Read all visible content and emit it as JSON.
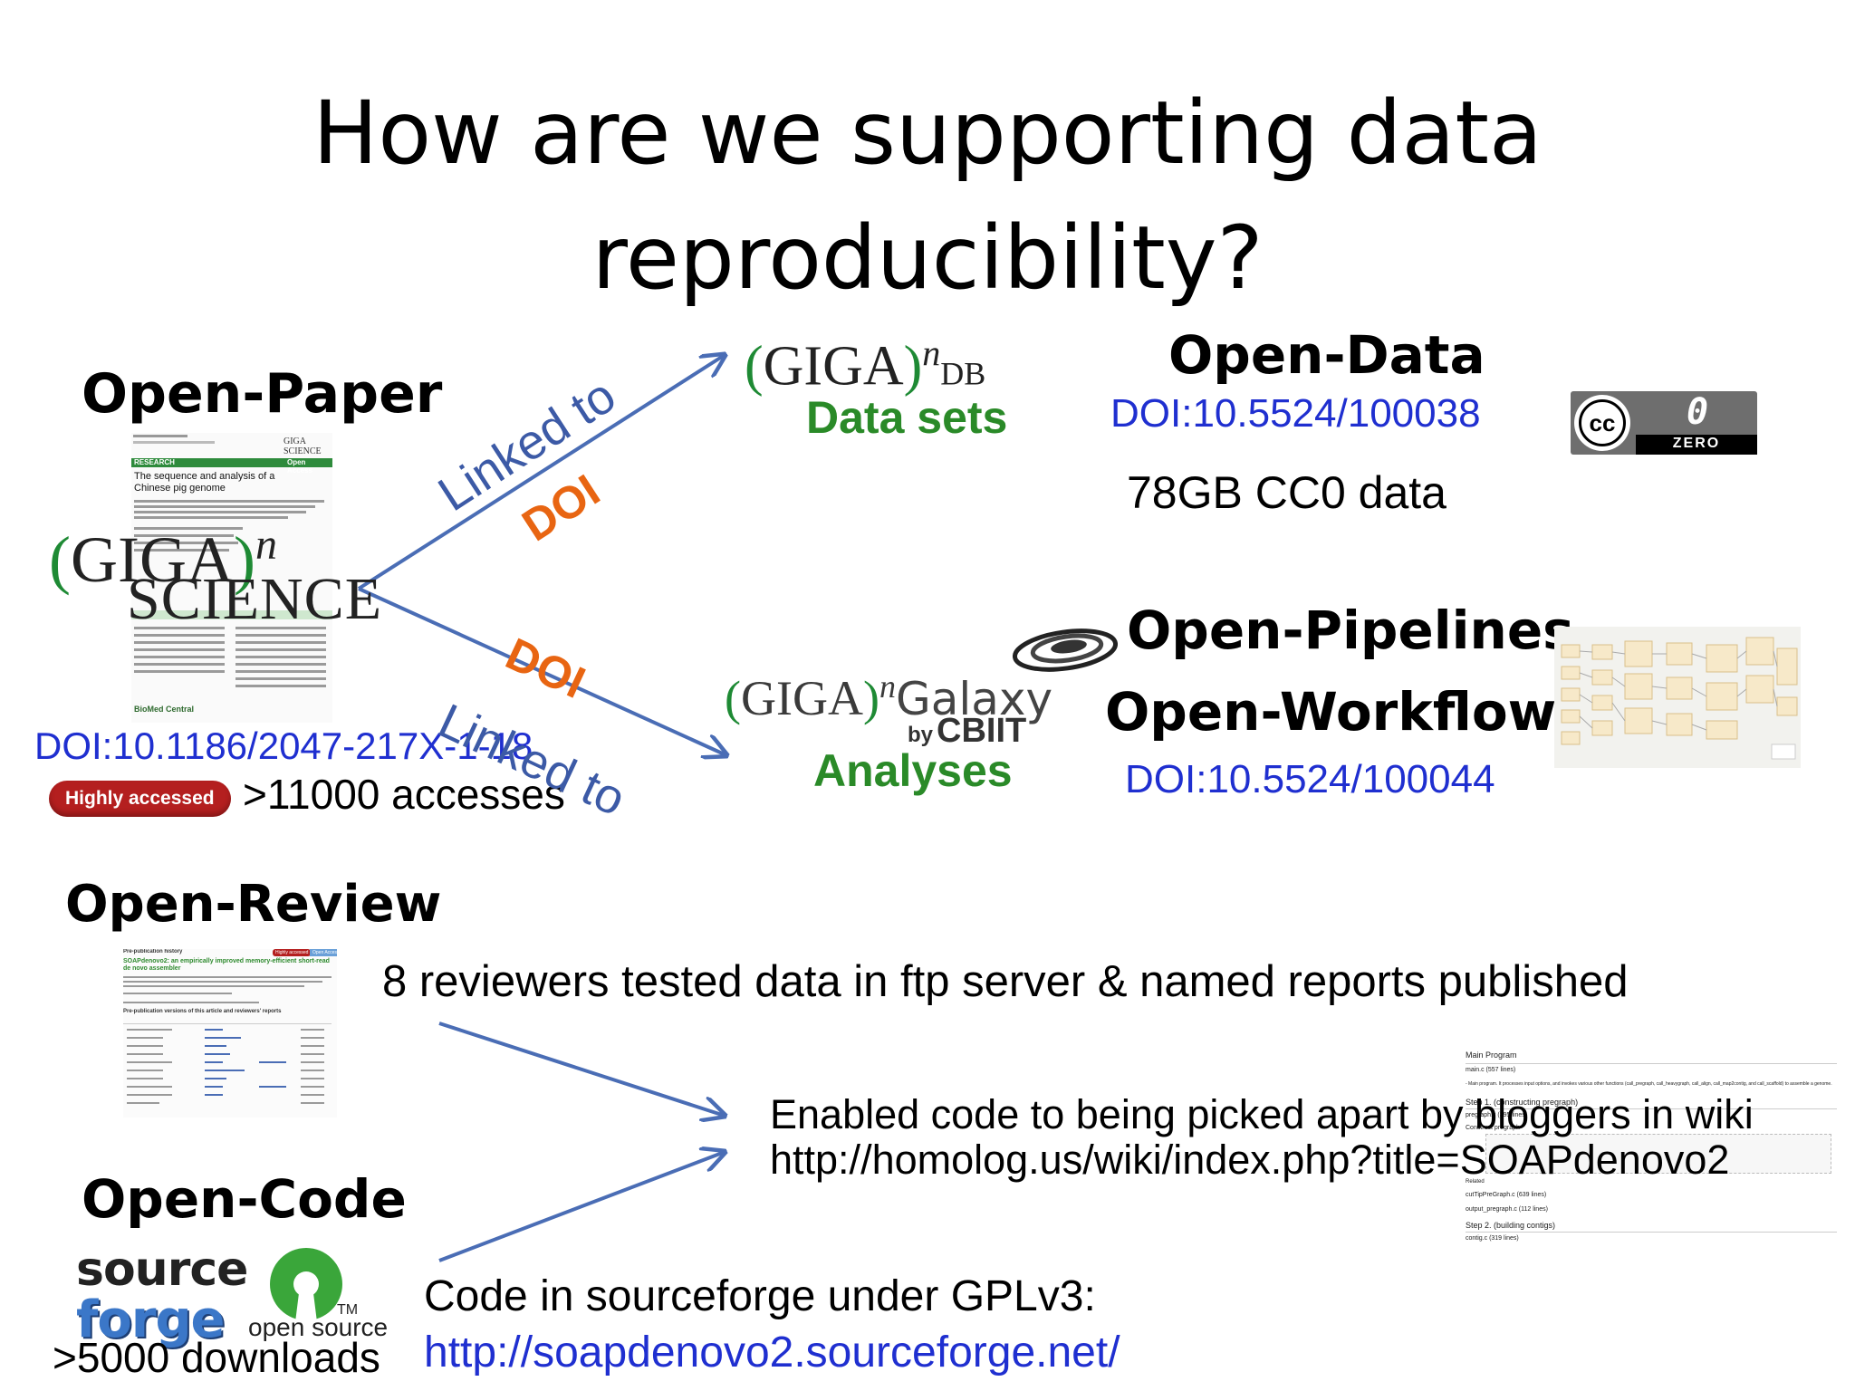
{
  "title": {
    "line1": "How are we supporting data",
    "line2": "reproducibility?"
  },
  "open_paper": {
    "heading": "Open-Paper",
    "thumbnail": {
      "section": "RESEARCH",
      "access": "Open Access",
      "article_title": "The sequence and analysis of a Chinese pig genome",
      "journal_logo": "GIGA SCIENCE",
      "publisher": "BioMed Central"
    },
    "logo_giga": "GIGA",
    "logo_superscript": "n",
    "logo_science": "SCIENCE",
    "doi": "DOI:10.1186/2047-217X-1-18",
    "badge": "Highly accessed",
    "accesses": ">11000 accesses"
  },
  "arrows": {
    "upper_linked": "Linked to",
    "upper_doi": "DOI",
    "lower_doi": "DOI",
    "lower_linked": "Linked to"
  },
  "gigadb": {
    "logo_giga": "GIGA",
    "logo_superscript": "n",
    "logo_suffix": "DB",
    "caption": "Data sets"
  },
  "open_data": {
    "heading": "Open-Data",
    "doi": "DOI:10.5524/100038",
    "summary": "78GB CC0 data",
    "cc_badge": {
      "symbol": "cc",
      "zero_glyph": "0",
      "label": "ZERO"
    }
  },
  "galaxy": {
    "logo_giga": "GIGA",
    "logo_superscript": "n",
    "logo_galaxy": "Galaxy",
    "by": "by",
    "cbiit": "CBIIT",
    "caption": "Analyses"
  },
  "open_pipelines": {
    "heading1": "Open-Pipelines",
    "heading2": "Open-Workflows",
    "doi": "DOI:10.5524/100044"
  },
  "open_review": {
    "heading": "Open-Review",
    "description": "8 reviewers tested data in ftp server & named reports published",
    "thumbnail": {
      "label": "Pre-publication history",
      "badge": "Highly accessed",
      "button": "Open Access",
      "article_title": "SOAPdenovo2: an empirically improved memory-efficient short-read de novo assembler",
      "table_heading": "Pre-publication versions of this article and reviewers' reports"
    }
  },
  "wiki": {
    "line1": "Enabled code to being picked apart by bloggers in wiki",
    "line2": "http://homolog.us/wiki/index.php?title=SOAPdenovo2",
    "thumbnail": {
      "main_program": "Main Program",
      "main_file": "main.c (557 lines)",
      "main_desc": "- Main program. It processes input options, and invokes various other functions (call_pregraph, call_heavygraph, call_align, call_map2contig, and call_scaffold) to assemble a genome.",
      "step1": "Step 1. (constructing pregraph)",
      "pregraph": "pregraph.c (395 lines)",
      "construct": "Construct pregraph",
      "related": "Related",
      "file1": "cutTipPreGraph.c (639 lines)",
      "file2": "output_pregraph.c (112 lines)",
      "step2": "Step 2. (building contigs)",
      "file3": "contig.c (319 lines)"
    }
  },
  "open_code": {
    "heading": "Open-Code",
    "sf_logo_top": "source",
    "sf_logo_bottom": "forge",
    "osi_label": "open source",
    "osi_tm": "TM",
    "downloads": ">5000 downloads",
    "license_text": "Code in sourceforge under GPLv3:",
    "url": "http://soapdenovo2.sourceforge.net/"
  }
}
